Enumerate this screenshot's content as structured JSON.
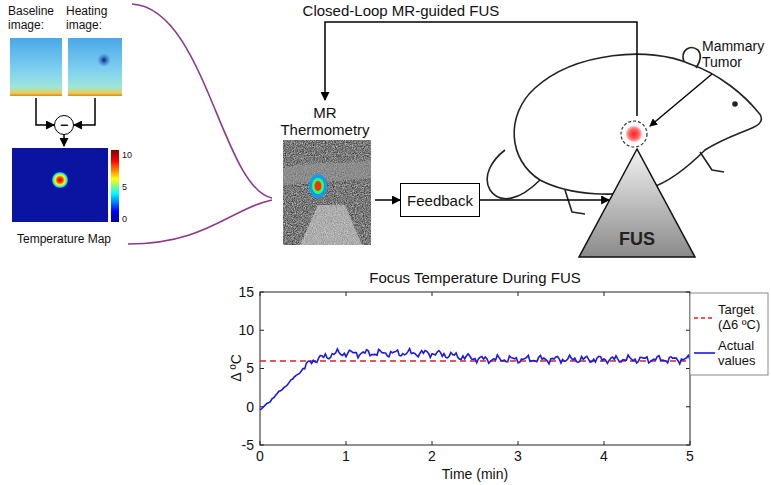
{
  "diagram": {
    "nodes": [
      {
        "text": [
          "Baseline image:"
        ]
      },
      {
        "text": [
          "Heating image:"
        ]
      },
      {
        "text": [
          "−"
        ]
      },
      {
        "text": [
          "Temperature Map"
        ]
      },
      {
        "text": [
          "MR Thermometry"
        ]
      },
      {
        "text": [
          "Feedback"
        ]
      },
      {
        "text": [
          "FUS"
        ]
      }
    ],
    "edges": [
      {
        "from": 0,
        "to": 2,
        "arrow": "to"
      },
      {
        "from": 1,
        "to": 2,
        "arrow": "to"
      },
      {
        "from": 2,
        "to": 3,
        "arrow": "to"
      },
      {
        "from": 4,
        "to": 5,
        "arrow": "to"
      },
      {
        "from": 5,
        "to": 6,
        "arrow": "to"
      },
      {
        "from": 6,
        "to": 4,
        "label": "Closed-Loop MR-guided FUS",
        "arrow": "to"
      }
    ],
    "labels": [
      "Mammary Tumor",
      "10",
      "5",
      "0",
      "Focus Temperature During FUS",
      "Δ ºC",
      "15",
      "10",
      "5",
      "0",
      "-5",
      "0",
      "1",
      "2",
      "3",
      "4",
      "5",
      "Time (min)"
    ],
    "legend": [
      {
        "text": "Target (Δ6 ºC)"
      },
      {
        "text": "Actual values"
      }
    ]
  }
}
